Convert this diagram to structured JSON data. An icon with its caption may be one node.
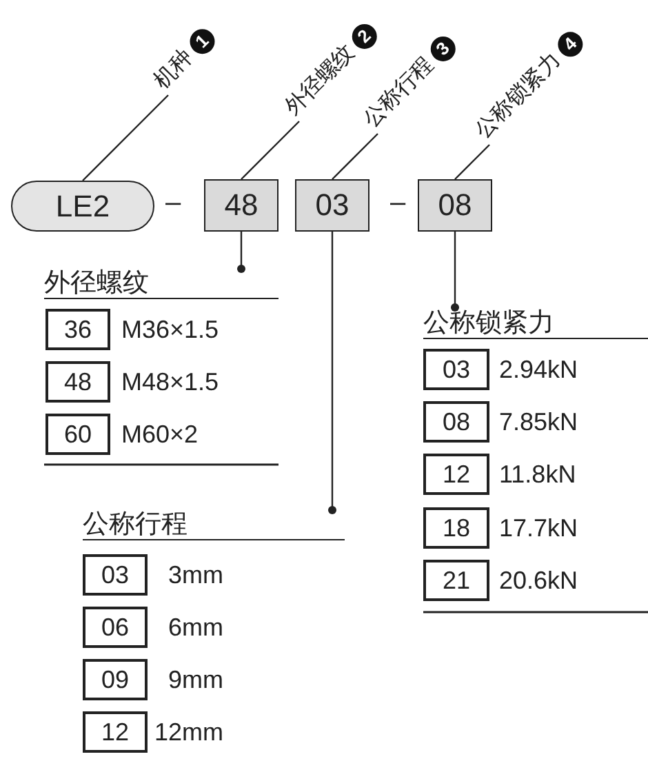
{
  "diagram": {
    "nodes": [
      {
        "text": [
          "LE2"
        ]
      },
      {
        "text": [
          "48"
        ]
      },
      {
        "text": [
          "03"
        ]
      },
      {
        "text": [
          "08"
        ]
      },
      {
        "text": [
          "机种",
          "1"
        ]
      },
      {
        "text": [
          "外径螺纹",
          "2"
        ]
      },
      {
        "text": [
          "公称行程",
          "3"
        ]
      },
      {
        "text": [
          "公称锁紧力",
          "4"
        ]
      },
      {
        "text": [
          "外径螺纹"
        ]
      },
      {
        "text": [
          "36"
        ],
        "beside": [
          "M36×1.5"
        ]
      },
      {
        "text": [
          "48"
        ],
        "beside": [
          "M48×1.5"
        ]
      },
      {
        "text": [
          "60"
        ],
        "beside": [
          "M60×2"
        ]
      },
      {
        "text": [
          "公称行程"
        ]
      },
      {
        "text": [
          "03"
        ],
        "beside": [
          "3mm"
        ]
      },
      {
        "text": [
          "06"
        ],
        "beside": [
          "6mm"
        ]
      },
      {
        "text": [
          "09"
        ],
        "beside": [
          "9mm"
        ]
      },
      {
        "text": [
          "12"
        ],
        "beside": [
          "12mm"
        ]
      },
      {
        "text": [
          "公称锁紧力"
        ]
      },
      {
        "text": [
          "03"
        ],
        "beside": [
          "2.94kN"
        ]
      },
      {
        "text": [
          "08"
        ],
        "beside": [
          "7.85kN"
        ]
      },
      {
        "text": [
          "12"
        ],
        "beside": [
          "11.8kN"
        ]
      },
      {
        "text": [
          "18"
        ],
        "beside": [
          "17.7kN"
        ]
      },
      {
        "text": [
          "21"
        ],
        "beside": [
          "20.6kN"
        ]
      }
    ],
    "edges": [
      {
        "from": 0,
        "to": 4,
        "arrow": "none"
      },
      {
        "from": 1,
        "to": 5,
        "arrow": "none"
      },
      {
        "from": 2,
        "to": 6,
        "arrow": "none"
      },
      {
        "from": 3,
        "to": 7,
        "arrow": "none"
      },
      {
        "from": 1,
        "to": 8,
        "arrow": "other"
      },
      {
        "from": 2,
        "to": 12,
        "arrow": "other"
      },
      {
        "from": 3,
        "to": 17,
        "arrow": "other"
      }
    ],
    "labels": [
      "–",
      "–"
    ]
  }
}
